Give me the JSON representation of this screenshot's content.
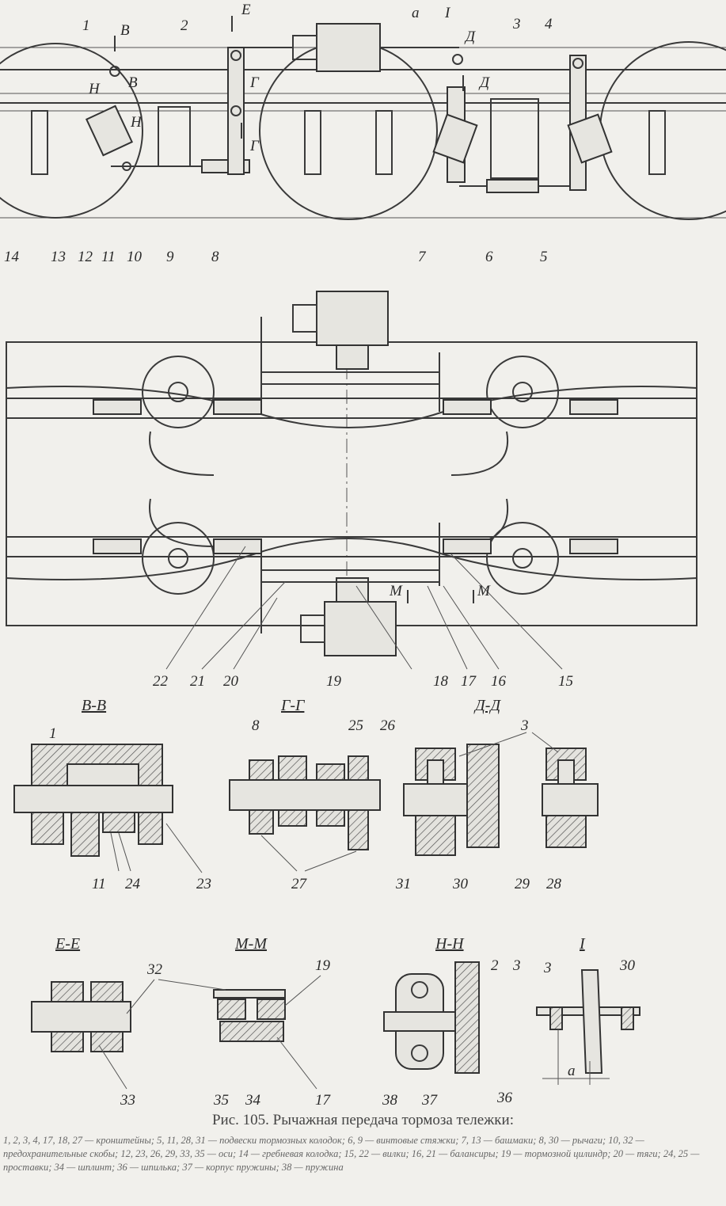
{
  "caption": "Рис. 105. Рычажная передача тормоза тележки:",
  "legend": "1, 2, 3, 4, 17, 18, 27 — кронштейны; 5, 11, 28, 31 — подвески тормозных колодок; 6, 9 — винтовые стяжки; 7, 13 — башмаки; 8, 30 — рычаги; 10, 32 — предохранительные скобы; 12, 23, 26, 29, 33, 35 — оси; 14 — гребневая колодка; 15, 22 — вилки; 16, 21 — балансиры; 19 — тормозной цилиндр; 20 — тяги; 24, 25 — проставки; 34 — шплинт; 36 — шпилька; 37 — корпус пружины; 38 — пружина",
  "top_view": {
    "labels": [
      "1",
      "2",
      "В",
      "В",
      "Н",
      "Н",
      "Е",
      "Г",
      "Г",
      "а",
      "I",
      "Д",
      "Д",
      "3",
      "4",
      "14",
      "13",
      "12",
      "11",
      "10",
      "9",
      "8",
      "7",
      "6",
      "5"
    ]
  },
  "plan_view": {
    "labels": [
      "22",
      "21",
      "20",
      "19",
      "18",
      "17",
      "16",
      "15",
      "М",
      "М"
    ]
  },
  "sections": {
    "vv": {
      "title": "В-В",
      "labels": [
        "1",
        "11",
        "24",
        "23"
      ]
    },
    "gg": {
      "title": "Г-Г",
      "labels": [
        "8",
        "25",
        "26",
        "27"
      ]
    },
    "dd": {
      "title": "Д-Д",
      "labels": [
        "3",
        "31",
        "30",
        "29",
        "28"
      ]
    },
    "ee": {
      "title": "Е-Е",
      "labels": [
        "32",
        "33"
      ]
    },
    "mm": {
      "title": "М-М",
      "labels": [
        "19",
        "35",
        "34",
        "17"
      ]
    },
    "nn": {
      "title": "Н-Н",
      "labels": [
        "2",
        "3",
        "38",
        "37",
        "36"
      ]
    },
    "detail": {
      "title": "I",
      "labels": [
        "3",
        "30",
        "а"
      ]
    }
  }
}
